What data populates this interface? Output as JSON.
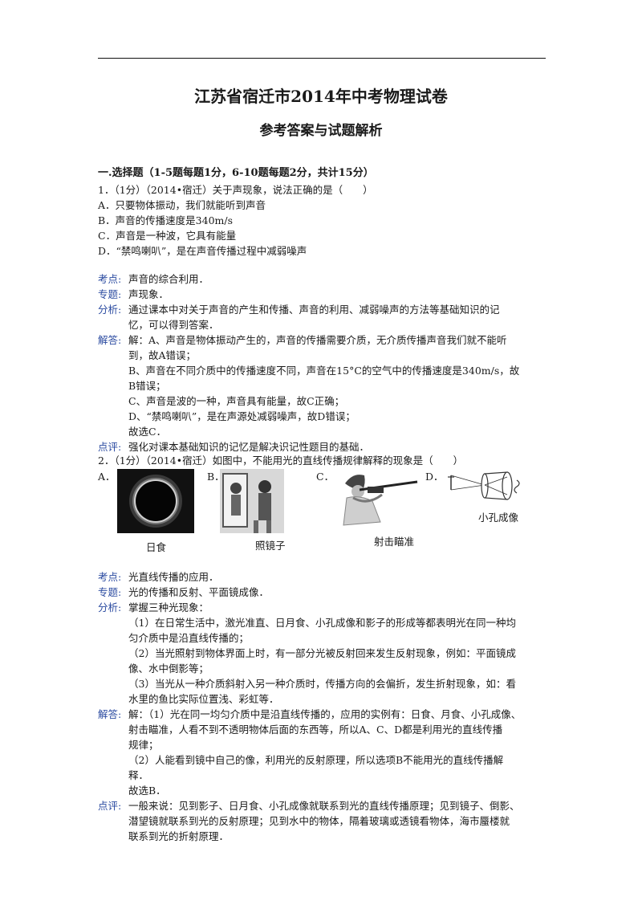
{
  "doc": {
    "title": "江苏省宿迁市2014年中考物理试卷",
    "subtitle": "参考答案与试题解析",
    "section": "一.选择题（1-5题每题1分，6-10题每题2分，共计15分）"
  },
  "q1": {
    "stem": "1．（1分）（2014•宿迁）关于声现象，说法正确的是（　　）",
    "options": [
      "A．只要物体振动，我们就能听到声音",
      "B．声音的传播速度是340m/s",
      "C．声音是一种波，它具有能量",
      "D．“禁鸣喇叭”，是在声音传播过程中减弱噪声"
    ],
    "labels": {
      "kaodian": "考点:",
      "zhuanti": "专题:",
      "fenxi": "分析:",
      "jieda": "解答:",
      "dianping": "点评:"
    },
    "kaodian": "声音的综合利用．",
    "zhuanti": "声现象．",
    "fenxi": [
      "通过课本中对关于声音的产生和传播、声音的利用、减弱噪声的方法等基础知识的记",
      "忆，可以得到答案．"
    ],
    "jieda": [
      "解：A、声音是物体振动产生的，声音的传播需要介质，无介质传播声音我们就不能听",
      "到，故A错误；",
      "B、声音在不同介质中的传播速度不同，声音在15°C的空气中的传播速度是340m/s，故",
      "B错误；",
      "C、声音是波的一种，声音具有能量，故C正确；",
      "D、“禁鸣喇叭”，是在声源处减弱噪声，故D错误；",
      "故选C．"
    ],
    "dianping": "强化对课本基础知识的记忆是解决识记性题目的基础．"
  },
  "q2": {
    "stem": "2．（1分）（2014•宿迁）如图中，不能用光的直线传播规律解释的现象是（　　）",
    "options": [
      {
        "letter": "A．",
        "caption": "日食"
      },
      {
        "letter": "B．",
        "caption": "照镜子"
      },
      {
        "letter": "C．",
        "caption": "射击瞄准"
      },
      {
        "letter": "D．",
        "caption": "小孔成像"
      }
    ],
    "labels": {
      "kaodian": "考点:",
      "zhuanti": "专题:",
      "fenxi": "分析:",
      "jieda": "解答:",
      "dianping": "点评:"
    },
    "kaodian": "光直线传播的应用．",
    "zhuanti": "光的传播和反射、平面镜成像．",
    "fenxi": [
      "掌握三种光现象：",
      "（1）在日常生活中，激光准直、日月食、小孔成像和影子的形成等都表明光在同一种均",
      "匀介质中是沿直线传播的；",
      "（2）当光照射到物体界面上时，有一部分光被反射回来发生反射现象，例如：平面镜成",
      "像、水中倒影等；",
      "（3）当光从一种介质斜射入另一种介质时，传播方向的会偏折，发生折射现象，如：看",
      "水里的鱼比实际位置浅、彩虹等．"
    ],
    "jieda": [
      "解：（1）光在同一均匀介质中是沿直线传播的，应用的实例有：日食、月食、小孔成像、",
      "射击瞄准，人看不到不透明物体后面的东西等，所以A、C、D都是利用光的直线传播",
      "规律；",
      "（2）人能看到镜中自己的像，利用光的反射原理，所以选项B不能用光的直线传播解",
      "释．",
      "故选B．"
    ],
    "dianping": [
      "一般来说：见到影子、日月食、小孔成像就联系到光的直线传播原理；见到镜子、倒影、",
      "潜望镜就联系到光的反射原理；见到水中的物体，隔着玻璃或透镜看物体，海市蜃楼就",
      "联系到光的折射原理．"
    ]
  }
}
